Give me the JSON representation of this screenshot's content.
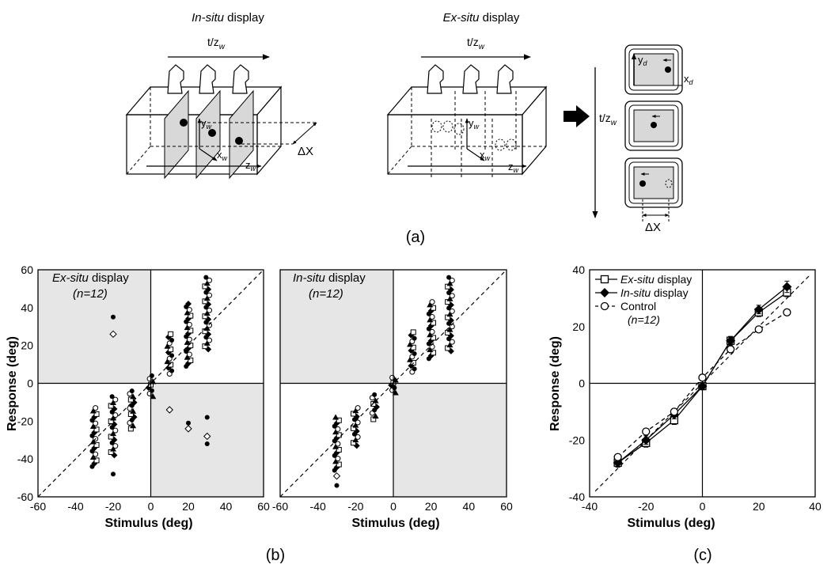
{
  "panel_a": {
    "label": "(a)",
    "insitu_title_italic": "In-situ",
    "insitu_title_rest": " display",
    "exsitu_title_italic": "Ex-situ",
    "exsitu_title_rest": " display",
    "t_main": "t/z",
    "t_sub": "w",
    "y_main": "y",
    "y_sub": "w",
    "x_main": "x",
    "x_sub": "w",
    "z_main": "z",
    "z_sub": "w",
    "yd_main": "y",
    "yd_sub": "d",
    "xd_main": "x",
    "xd_sub": "d",
    "delta_x": "ΔX"
  },
  "panel_b_label": "(b)",
  "panel_c_label": "(c)",
  "chart_data": [
    {
      "type": "scatter",
      "panel": "b-left",
      "inset_title_italic": "Ex-situ",
      "inset_title_rest": " display",
      "inset_n": "(n=12)",
      "xlabel": "Stimulus (deg)",
      "ylabel": "Response (deg)",
      "xlim": [
        -60,
        60
      ],
      "ylim": [
        -60,
        60
      ],
      "xticks": [
        "-60",
        "-40",
        "-20",
        "0",
        "20",
        "40",
        "60"
      ],
      "yticks": [
        "60",
        "40",
        "20",
        "0",
        "-20",
        "-40",
        "-60"
      ],
      "shaded_quadrants": [
        "top-left",
        "bottom-right"
      ],
      "reference_line": "y = x (dashed)",
      "columns": [
        {
          "x": -30,
          "ymin": -44,
          "ymax": -13
        },
        {
          "x": -20,
          "ymin": -38,
          "ymax": -7
        },
        {
          "x": -10,
          "ymin": -24,
          "ymax": -4
        },
        {
          "x": 0,
          "ymin": -7,
          "ymax": 4
        },
        {
          "x": 10,
          "ymin": 5,
          "ymax": 26
        },
        {
          "x": 20,
          "ymin": 9,
          "ymax": 42
        },
        {
          "x": 30,
          "ymin": 18,
          "ymax": 56
        }
      ],
      "outliers": [
        {
          "x": -20,
          "y": 35
        },
        {
          "x": -20,
          "y": 26
        },
        {
          "x": -20,
          "y": -48
        },
        {
          "x": 10,
          "y": -14
        },
        {
          "x": 20,
          "y": -21
        },
        {
          "x": 20,
          "y": -24
        },
        {
          "x": 30,
          "y": -18
        },
        {
          "x": 30,
          "y": -28
        },
        {
          "x": 30,
          "y": -32
        }
      ]
    },
    {
      "type": "scatter",
      "panel": "b-right",
      "inset_title_italic": "In-situ",
      "inset_title_rest": " display",
      "inset_n": "(n=12)",
      "xlabel": "Stimulus (deg)",
      "ylabel": "Response (deg)",
      "xlim": [
        -60,
        60
      ],
      "ylim": [
        -60,
        60
      ],
      "xticks": [
        "-60",
        "-40",
        "-20",
        "0",
        "20",
        "40",
        "60"
      ],
      "shaded_quadrants": [
        "top-left",
        "bottom-right"
      ],
      "reference_line": "y = x (dashed)",
      "columns": [
        {
          "x": -30,
          "ymin": -46,
          "ymax": -18
        },
        {
          "x": -20,
          "ymin": -33,
          "ymax": -13
        },
        {
          "x": -10,
          "ymin": -19,
          "ymax": -6
        },
        {
          "x": 0,
          "ymin": -5,
          "ymax": 3
        },
        {
          "x": 10,
          "ymin": 6,
          "ymax": 27
        },
        {
          "x": 20,
          "ymin": 13,
          "ymax": 43
        },
        {
          "x": 30,
          "ymin": 17,
          "ymax": 56
        }
      ],
      "outliers": [
        {
          "x": -30,
          "y": -54
        },
        {
          "x": -30,
          "y": -49
        }
      ]
    },
    {
      "type": "line",
      "panel": "c",
      "xlabel": "Stimulus (deg)",
      "ylabel": "Response (deg)",
      "xlim": [
        -40,
        40
      ],
      "ylim": [
        -40,
        40
      ],
      "xticks": [
        "-40",
        "-20",
        "0",
        "20",
        "40"
      ],
      "yticks": [
        "40",
        "20",
        "0",
        "-20",
        "-40"
      ],
      "x": [
        -30,
        -20,
        -10,
        0,
        10,
        20,
        30
      ],
      "legend_n": "(n=12)",
      "reference_line": "y = x (dashed)",
      "series": [
        {
          "name_italic": "Ex-situ",
          "name_rest": " display",
          "marker": "open-square",
          "style": "solid",
          "values": [
            -28,
            -21,
            -13,
            -1,
            15,
            25,
            32
          ],
          "errors": [
            1.5,
            1.5,
            1.5,
            1,
            1.5,
            1.5,
            1.5
          ]
        },
        {
          "name_italic": "In-situ",
          "name_rest": " display",
          "marker": "filled-diamond",
          "style": "solid",
          "values": [
            -28,
            -20,
            -11,
            -1,
            15,
            26,
            34
          ],
          "errors": [
            1.5,
            1.5,
            1.5,
            1,
            1.5,
            1.5,
            2
          ]
        },
        {
          "name_italic": "",
          "name_rest": "Control",
          "marker": "open-circle",
          "style": "dashed",
          "values": [
            -26,
            -17,
            -10,
            2,
            12,
            19,
            25
          ],
          "errors": [
            1,
            1,
            1,
            1,
            1,
            1,
            1
          ]
        }
      ]
    }
  ]
}
